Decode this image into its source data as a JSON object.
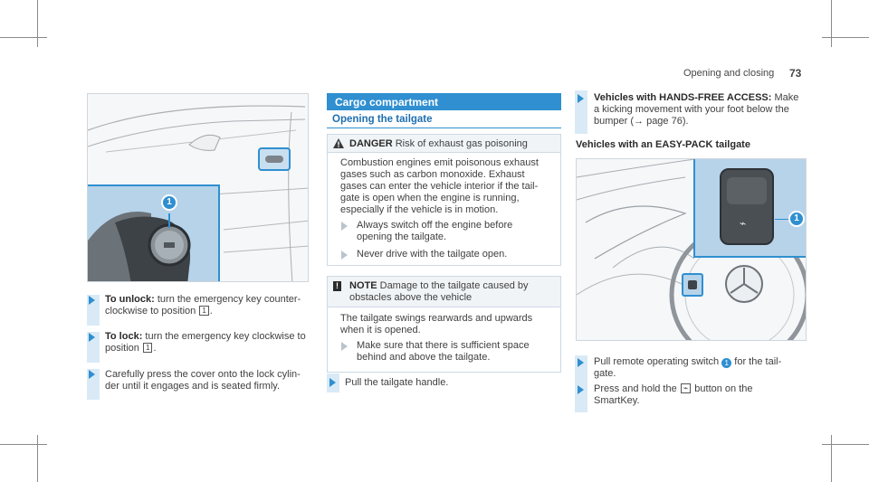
{
  "header": {
    "section": "Opening and closing",
    "page_number": "73"
  },
  "left": {
    "steps": [
      {
        "bold": "To unlock:",
        "line1": " turn the emergency key counter-",
        "line2": "clockwise to position ",
        "key": "1",
        "end": "."
      },
      {
        "bold": "To lock:",
        "line1": " turn the emergency key clockwise to",
        "line2": "position ",
        "key": "1",
        "end": "."
      },
      {
        "line1": "Carefully press the cover onto the lock cylin-",
        "line2": "der until it engages and is seated firmly."
      }
    ],
    "figure": {
      "callout": "1"
    }
  },
  "middle": {
    "section_title": "Cargo compartment",
    "subtitle": "Opening the tailgate",
    "danger": {
      "label": "DANGER",
      "title": "Risk of exhaust gas poisoning",
      "body": [
        "Combustion engines emit poisonous exhaust",
        "gases such as carbon monoxide. Exhaust",
        "gases can enter the vehicle interior if the tail-",
        "gate is open when the engine is running,",
        "especially if the vehicle is in motion."
      ],
      "steps": [
        [
          "Always switch off the engine before",
          "opening the tailgate."
        ],
        [
          "Never drive with the tailgate open."
        ]
      ]
    },
    "note": {
      "label": "NOTE",
      "title_line1": "Damage to the tailgate caused by",
      "title_line2": "obstacles above the vehicle",
      "body": [
        "The tailgate swings rearwards and upwards",
        "when it is opened."
      ],
      "steps": [
        [
          "Make sure that there is sufficient space",
          "behind and above the tailgate."
        ]
      ]
    },
    "final_step": "Pull the tailgate handle."
  },
  "right": {
    "hands_free": {
      "bold": "Vehicles with HANDS-FREE ACCESS:",
      "line1": " Make",
      "line2": "a kicking movement with your foot below the",
      "line3": "bumper (→ page 76)."
    },
    "easy_pack_title": "Vehicles with an EASY-PACK tailgate",
    "figure": {
      "callout": "1"
    },
    "steps": [
      {
        "line1a": "Pull remote operating switch ",
        "badge": "1",
        "line1b": " for the tail-",
        "line2": "gate."
      },
      {
        "line1a": "Press and hold the ",
        "line1b": " button on the",
        "line2": "SmartKey."
      }
    ]
  },
  "colors": {
    "accent": "#2f8fd0",
    "bar": "#d9eaf6",
    "figure_bg": "#b6d3ea"
  }
}
